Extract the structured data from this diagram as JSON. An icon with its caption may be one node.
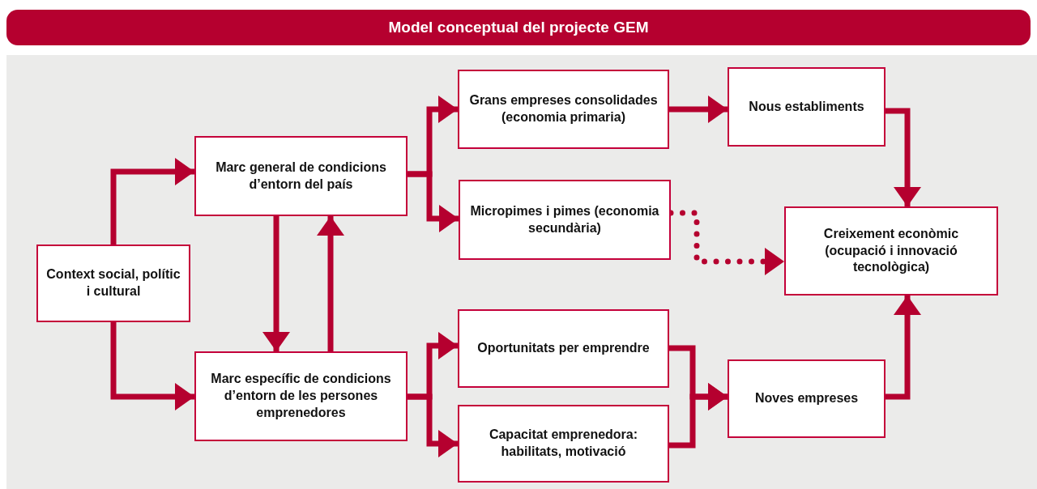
{
  "diagram": {
    "title": "Model conceptual del projecte GEM",
    "nodes": [
      {
        "text": [
          "Context social, polític i cultural"
        ]
      },
      {
        "text": [
          "Marc general de condicions d’entorn del país"
        ]
      },
      {
        "text": [
          "Marc específic de condicions d’entorn de les persones emprenedores"
        ]
      },
      {
        "text": [
          "Grans empreses consolidades (economia primaria)"
        ]
      },
      {
        "text": [
          "Micropimes i pimes (economia secundària)"
        ]
      },
      {
        "text": [
          "Oportunitats per emprendre"
        ]
      },
      {
        "text": [
          "Capacitat emprenedora: habilitats, motivació"
        ]
      },
      {
        "text": [
          "Nous establiments"
        ]
      },
      {
        "text": [
          "Creixement econòmic (ocupació i innovació tecnològica)"
        ]
      },
      {
        "text": [
          "Noves empreses"
        ]
      }
    ],
    "edges": [
      {
        "from": 0,
        "to": 1,
        "arrow": "to"
      },
      {
        "from": 0,
        "to": 2,
        "arrow": "to"
      },
      {
        "from": 1,
        "to": 2,
        "arrow": "to"
      },
      {
        "from": 2,
        "to": 1,
        "arrow": "to"
      },
      {
        "from": 1,
        "to": 3,
        "arrow": "to"
      },
      {
        "from": 1,
        "to": 4,
        "arrow": "to"
      },
      {
        "from": 3,
        "to": 7,
        "arrow": "to"
      },
      {
        "from": 4,
        "to": 8,
        "arrow": "to",
        "style": "dashed"
      },
      {
        "from": 7,
        "to": 8,
        "arrow": "to"
      },
      {
        "from": 2,
        "to": 5,
        "arrow": "to"
      },
      {
        "from": 2,
        "to": 6,
        "arrow": "to"
      },
      {
        "from": 5,
        "to": 9,
        "arrow": "to"
      },
      {
        "from": 6,
        "to": 9,
        "arrow": "to"
      },
      {
        "from": 9,
        "to": 8,
        "arrow": "to"
      }
    ]
  }
}
